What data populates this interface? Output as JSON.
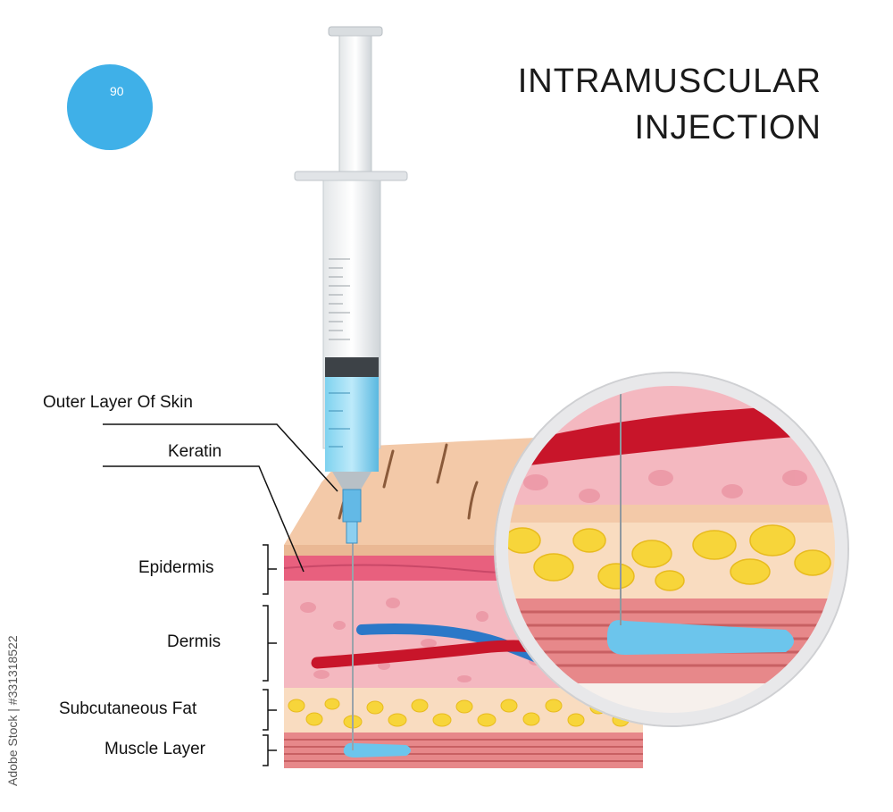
{
  "title": {
    "line1": "INTRAMUSCULAR",
    "line2": "INJECTION"
  },
  "angle_badge": {
    "value": "90"
  },
  "labels": {
    "outer_layer": "Outer Layer Of Skin",
    "keratin": "Keratin",
    "epidermis": "Epidermis",
    "dermis": "Dermis",
    "subcutaneous_fat": "Subcutaneous Fat",
    "muscle_layer": "Muscle Layer"
  },
  "watermark": "Adobe Stock | #331318522",
  "colors": {
    "badge": "#3fb0e8",
    "skin_top": "#f3c9a8",
    "epidermis": "#e8607e",
    "dermis": "#f4b8c0",
    "fat_band": "#f9dcc0",
    "fat_globule": "#f7d53a",
    "muscle": "#e7888a",
    "vein": "#2b78c8",
    "artery": "#c8152a",
    "medication": "#6cc5ec"
  }
}
